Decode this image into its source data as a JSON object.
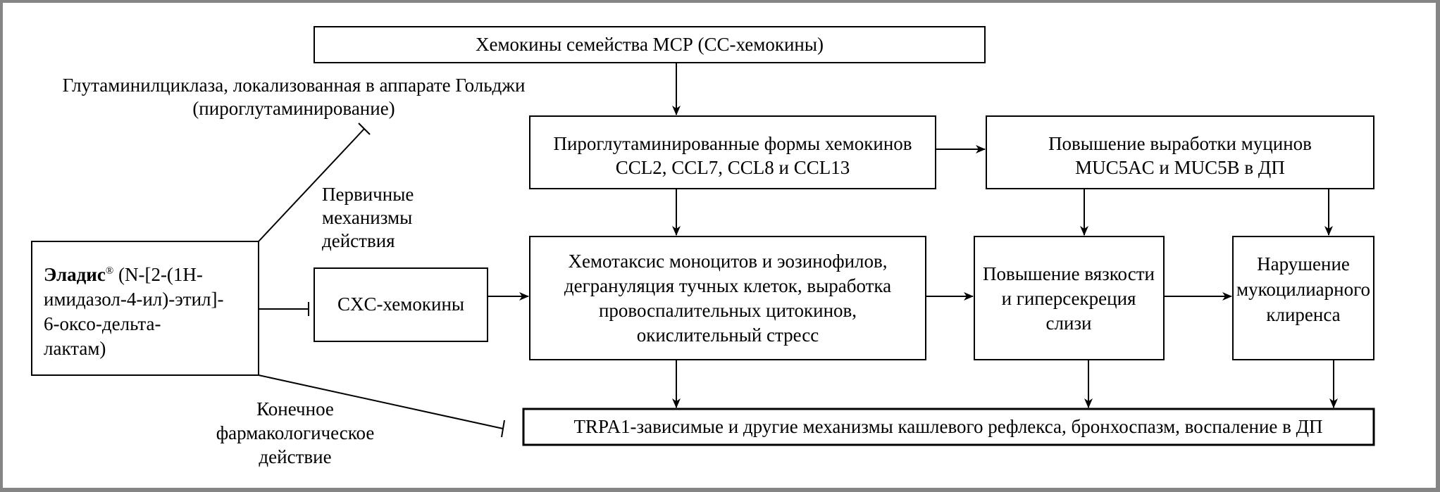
{
  "diagram": {
    "drug": {
      "name": "Эладис",
      "mark": "®",
      "lines": [
        " (N-[2-(1H-",
        "имидазол-4-ил)-этил]-",
        "6-оксо-дельта-",
        "лактам)"
      ]
    },
    "labels": {
      "glutaminyl_cyclase": [
        "Глутаминилциклаза, локализованная в аппарате Гольджи",
        "(пироглутаминирование)"
      ],
      "primary_mechanisms": [
        "Первичные",
        "механизмы",
        "действия"
      ],
      "final_action": [
        "Конечное",
        "фармакологическое",
        "действие"
      ]
    },
    "nodes": {
      "mcp": [
        "Хемокины семейства МСР (СС-хемокины)"
      ],
      "pyroglutamate": [
        "Пироглутаминированные формы хемокинов",
        "CCL2, CCL7, CCL8 и CCL13"
      ],
      "mucins": [
        "Повышение выработки муцинов",
        "MUC5AC и MUC5B в ДП"
      ],
      "cxc": [
        "CXC-хемокины"
      ],
      "chemotaxis": [
        "Хемотаксис моноцитов и эозинофилов,",
        "дегрануляция тучных клеток, выработка",
        "провоспалительных цитокинов,",
        "окислительный стресс"
      ],
      "viscosity": [
        "Повышение вязкости",
        "и гиперсекреция",
        "слизи"
      ],
      "clearance": [
        "Нарушение",
        "мукоцилиарного",
        "клиренса"
      ],
      "trpa1": [
        "TRPA1-зависимые и другие механизмы кашлевого рефлекса, бронхоспазм, воспаление в ДП"
      ]
    },
    "edges": [
      {
        "from": "mcp",
        "to": "pyroglutamate",
        "type": "activation"
      },
      {
        "from": "pyroglutamate",
        "to": "mucins",
        "type": "activation"
      },
      {
        "from": "pyroglutamate",
        "to": "chemotaxis",
        "type": "activation"
      },
      {
        "from": "mucins",
        "to": "viscosity",
        "type": "activation"
      },
      {
        "from": "mucins",
        "to": "clearance",
        "type": "activation"
      },
      {
        "from": "cxc",
        "to": "chemotaxis",
        "type": "activation"
      },
      {
        "from": "chemotaxis",
        "to": "viscosity",
        "type": "activation"
      },
      {
        "from": "viscosity",
        "to": "clearance",
        "type": "activation"
      },
      {
        "from": "chemotaxis",
        "to": "trpa1",
        "type": "activation"
      },
      {
        "from": "viscosity",
        "to": "trpa1",
        "type": "activation"
      },
      {
        "from": "clearance",
        "to": "trpa1",
        "type": "activation"
      },
      {
        "from": "drug",
        "to": "glutaminyl_cyclase",
        "type": "inhibition"
      },
      {
        "from": "drug",
        "to": "cxc",
        "type": "inhibition"
      },
      {
        "from": "drug",
        "to": "trpa1",
        "type": "inhibition"
      }
    ]
  }
}
